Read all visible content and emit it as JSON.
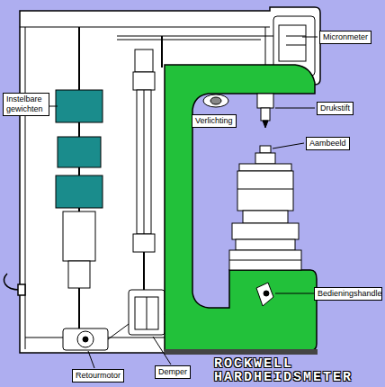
{
  "diagram": {
    "title": "ROCKWELL HARDHEIDSMETER",
    "nodes": [
      {
        "text": [
          "Micronmeter"
        ]
      },
      {
        "text": [
          "Instelbare gewichten"
        ]
      },
      {
        "text": [
          "Verlichting"
        ]
      },
      {
        "text": [
          "Drukstift"
        ]
      },
      {
        "text": [
          "Aambeeld"
        ]
      },
      {
        "text": [
          "Bedieningshandle"
        ]
      },
      {
        "text": [
          "Retourmotor"
        ]
      },
      {
        "text": [
          "Demper"
        ]
      }
    ]
  }
}
